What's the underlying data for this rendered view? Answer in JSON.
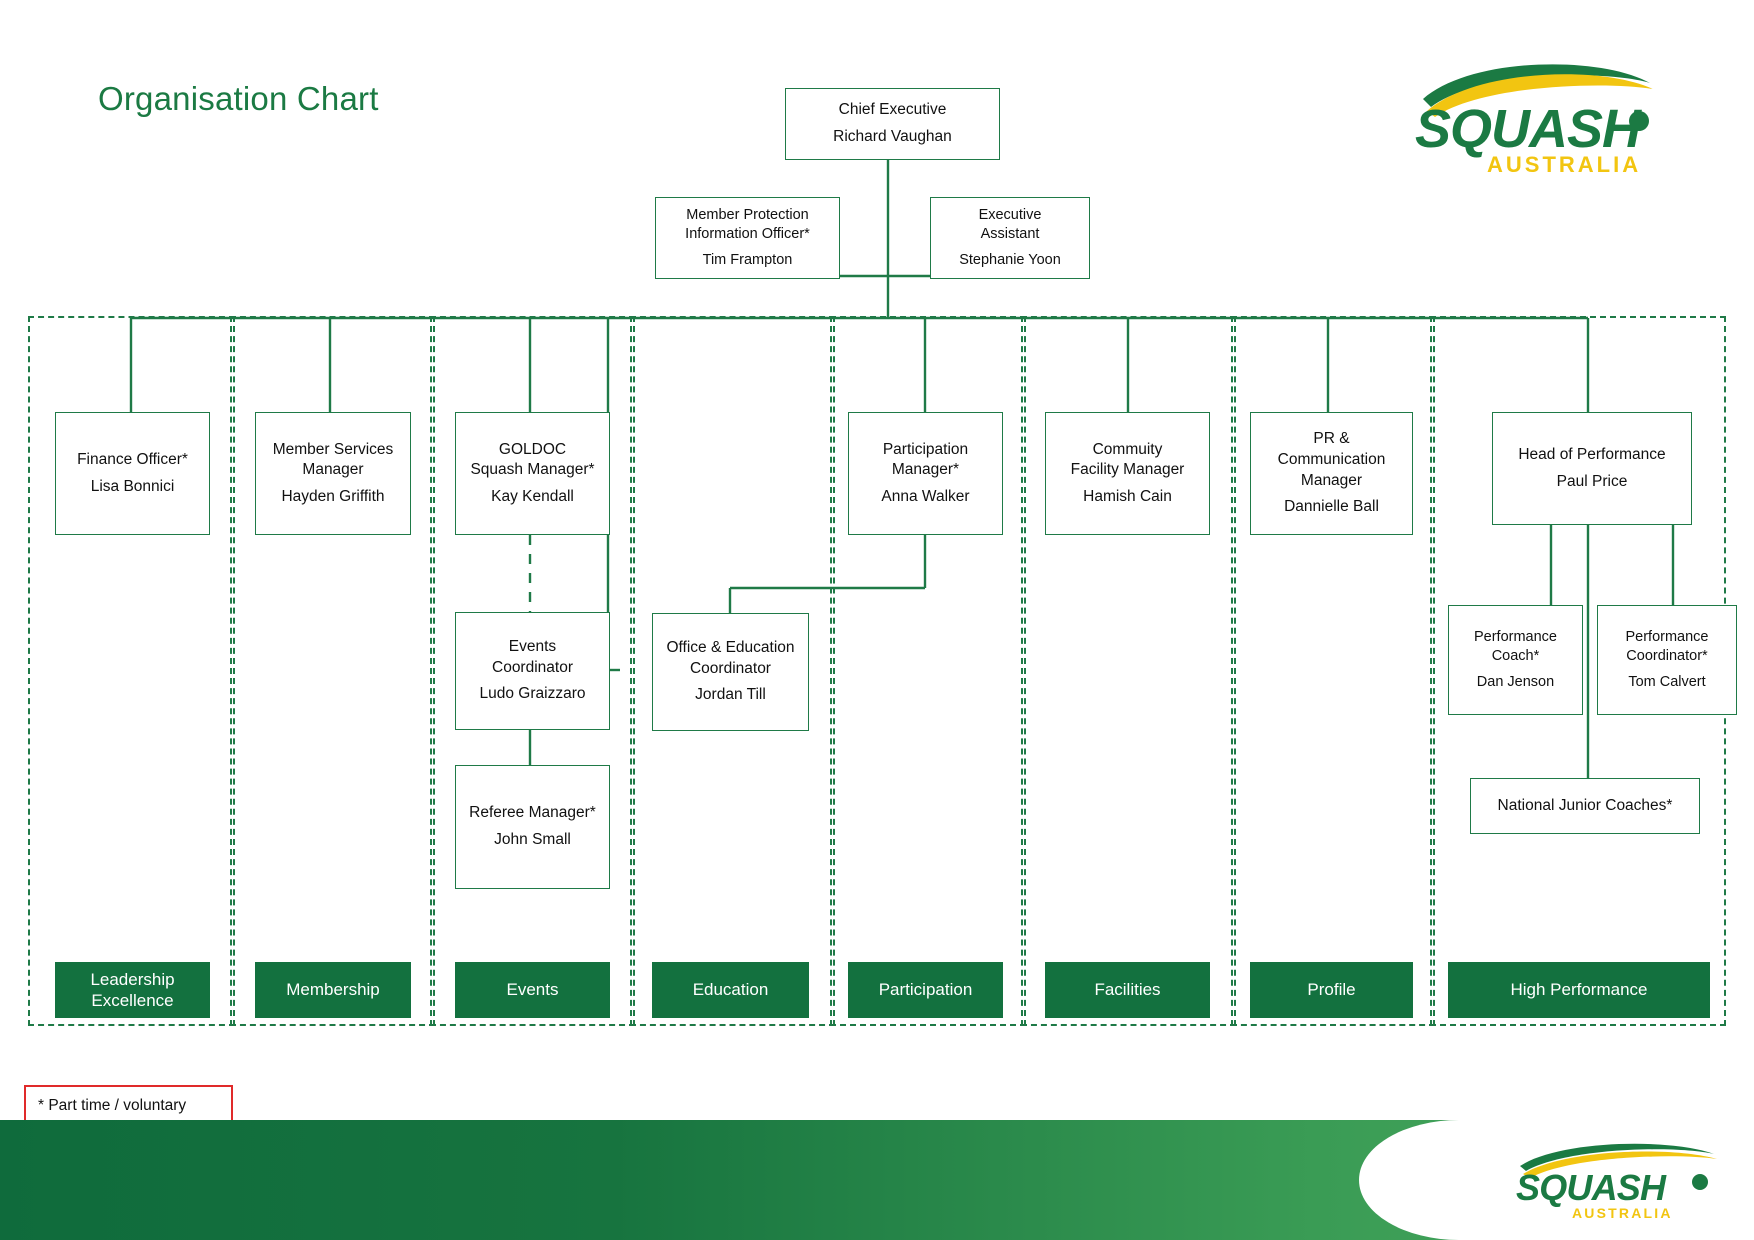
{
  "page": {
    "title": "Organisation Chart",
    "legend_note": "* Part time / voluntary"
  },
  "brand": {
    "logo_word": "SQUASH",
    "logo_sub": "AUSTRALIA",
    "green": "#1b7a43",
    "dark_green": "#13713f",
    "yellow": "#f2c511",
    "red": "#e02a2a"
  },
  "nodes": {
    "chief_executive": {
      "title": "Chief Executive",
      "person": "Richard Vaughan"
    },
    "member_protection": {
      "title": "Member  Protection\nInformation Officer*",
      "person": "Tim Frampton"
    },
    "executive_assistant": {
      "title": "Executive\nAssistant",
      "person": "Stephanie Yoon"
    },
    "finance_officer": {
      "title": "Finance Officer*",
      "person": "Lisa Bonnici"
    },
    "member_services": {
      "title": "Member Services\nManager",
      "person": "Hayden Griffith"
    },
    "goldoc": {
      "title": "GOLDOC\nSquash Manager*",
      "person": "Kay Kendall"
    },
    "events_coordinator": {
      "title": "Events\nCoordinator",
      "person": "Ludo Graizzaro"
    },
    "referee_manager": {
      "title": "Referee Manager*",
      "person": "John Small"
    },
    "office_education": {
      "title": "Office & Education\nCoordinator",
      "person": "Jordan Till"
    },
    "participation_manager": {
      "title": "Participation\nManager*",
      "person": "Anna Walker"
    },
    "facility_manager": {
      "title": "Commuity\nFacility Manager",
      "person": "Hamish Cain"
    },
    "pr_communication": {
      "title": "PR &\nCommunication\nManager",
      "person": "Dannielle Ball"
    },
    "head_performance": {
      "title": "Head of Performance",
      "person": "Paul Price"
    },
    "performance_coach": {
      "title": "Performance\nCoach*",
      "person": "Dan Jenson"
    },
    "performance_coordinator": {
      "title": "Performance\nCoordinator*",
      "person": "Tom Calvert"
    },
    "national_junior_coaches": {
      "title": "National Junior Coaches*",
      "person": ""
    }
  },
  "categories": [
    {
      "id": "leadership",
      "label": "Leadership\nExcellence"
    },
    {
      "id": "membership",
      "label": "Membership"
    },
    {
      "id": "events",
      "label": "Events"
    },
    {
      "id": "education",
      "label": "Education"
    },
    {
      "id": "participation",
      "label": "Participation"
    },
    {
      "id": "facilities",
      "label": "Facilities"
    },
    {
      "id": "profile",
      "label": "Profile"
    },
    {
      "id": "high-performance",
      "label": "High Performance"
    }
  ]
}
